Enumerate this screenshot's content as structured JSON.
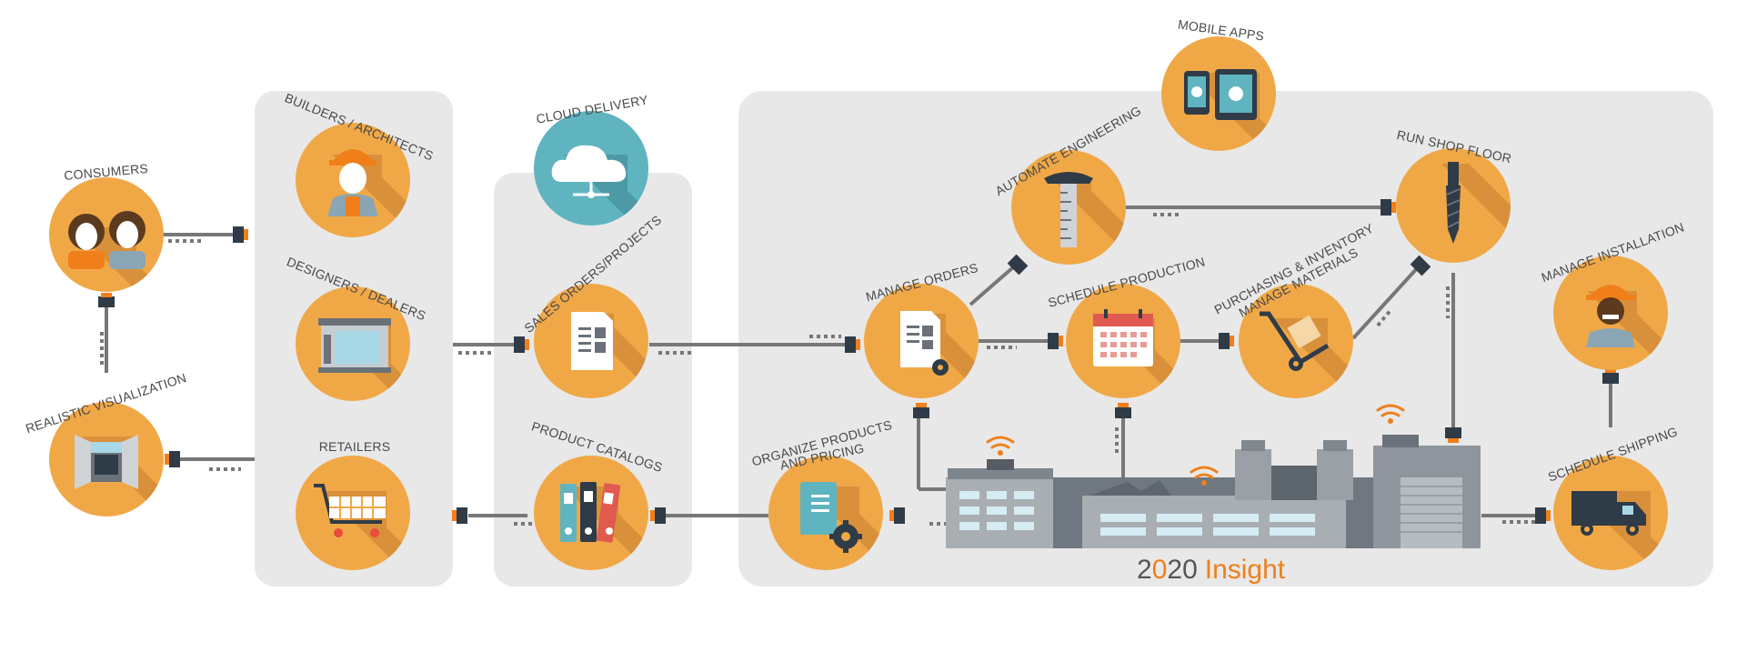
{
  "colors": {
    "node": "#f0a847",
    "node_shadow": "#d9903a",
    "cloud": "#5fb4c0",
    "panel": "#e8e8e8",
    "line": "#777777",
    "connector": "#2f3b47",
    "accent": "#f07f1a",
    "label": "#4a4a4a",
    "brand_dark": "#555555",
    "brand_orange": "#f07f1a"
  },
  "nodes": {
    "consumers": {
      "label": "CONSUMERS",
      "icon": "people-icon"
    },
    "realistic_visualization": {
      "label": "REALISTIC VISUALIZATION",
      "icon": "panorama-icon"
    },
    "builders_architects": {
      "label": "BUILDERS / ARCHITECTS",
      "icon": "builder-icon"
    },
    "designers_dealers": {
      "label": "DESIGNERS / DEALERS",
      "icon": "storefront-icon"
    },
    "retailers": {
      "label": "RETAILERS",
      "icon": "cart-icon"
    },
    "cloud_delivery": {
      "label": "CLOUD DELIVERY",
      "icon": "cloud-icon"
    },
    "sales_orders_projects": {
      "label": "SALES ORDERS/PROJECTS",
      "icon": "document-icon"
    },
    "product_catalogs": {
      "label": "PRODUCT CATALOGS",
      "icon": "binders-icon"
    },
    "organize_products": {
      "label_line1": "ORGANIZE PRODUCTS",
      "label_line2": "AND PRICING",
      "icon": "book-gear-icon"
    },
    "manage_orders": {
      "label": "MANAGE ORDERS",
      "icon": "document-gear-icon"
    },
    "automate_engineering": {
      "label": "AUTOMATE ENGINEERING",
      "icon": "ruler-icon"
    },
    "schedule_production": {
      "label": "SCHEDULE PRODUCTION",
      "icon": "calendar-icon"
    },
    "purchasing": {
      "label_line1": "PURCHASING & INVENTORY",
      "label_line2": "MANAGE MATERIALS",
      "icon": "hand-truck-icon"
    },
    "run_shop_floor": {
      "label": "RUN SHOP FLOOR",
      "icon": "drill-bit-icon"
    },
    "mobile_apps": {
      "label": "MOBILE APPS",
      "icon": "devices-icon"
    },
    "manage_installation": {
      "label": "MANAGE INSTALLATION",
      "icon": "installer-icon"
    },
    "schedule_shipping": {
      "label": "SCHEDULE SHIPPING",
      "icon": "truck-icon"
    }
  },
  "brand": {
    "part1": "2",
    "part2": "0",
    "part3": "2",
    "part4": "0",
    "word": "Insight"
  }
}
